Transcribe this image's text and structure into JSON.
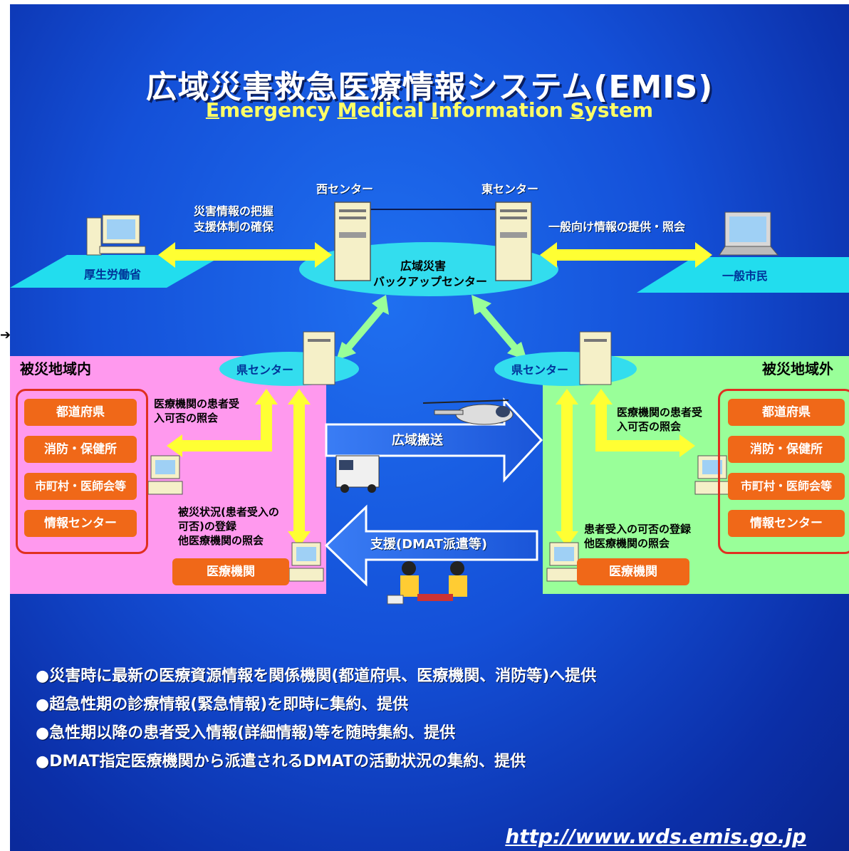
{
  "title": "広域災害救急医療情報システム(EMIS)",
  "subtitle": {
    "e": "E",
    "e_rest": "mergency ",
    "m": "M",
    "m_rest": "edical ",
    "i": "I",
    "i_rest": "nformation ",
    "s": "S",
    "s_rest": "ystem"
  },
  "top": {
    "west_center": "西センター",
    "east_center": "東センター",
    "backup_center_line1": "広域災害",
    "backup_center_line2": "バックアップセンター",
    "left_arrow_line1": "災害情報の把握",
    "left_arrow_line2": "支援体制の確保",
    "right_arrow": "一般向け情報の提供・照会",
    "mhlw": "厚生労働省",
    "citizens": "一般市民"
  },
  "left_region": {
    "title": "被災地域内",
    "pref_center": "県センター",
    "items": [
      "都道府県",
      "消防・保健所",
      "市町村・医師会等",
      "情報センター"
    ],
    "query_line1": "医療機関の患者受",
    "query_line2": "入可否の照会",
    "status_line1": "被災状況(患者受入の",
    "status_line2": "可否)の登録",
    "status_line3": "他医療機関の照会",
    "hospital": "医療機関"
  },
  "right_region": {
    "title": "被災地域外",
    "pref_center": "県センター",
    "items": [
      "都道府県",
      "消防・保健所",
      "市町村・医師会等",
      "情報センター"
    ],
    "query_line1": "医療機関の患者受",
    "query_line2": "入可否の照会",
    "reg_line1": "患者受入の可否の登録",
    "reg_line2": "他医療機関の照会",
    "hospital": "医療機関"
  },
  "middle": {
    "transport": "広域搬送",
    "support": "支援(DMAT派遣等)"
  },
  "bullets": [
    "●災害時に最新の医療資源情報を関係機関(都道府県、医療機関、消防等)へ提供",
    "●超急性期の診療情報(緊急情報)を即時に集約、提供",
    "●急性期以降の患者受入情報(詳細情報)等を随時集約、提供",
    "●DMAT指定医療機関から派遣されるDMATの活動状況の集約、提供"
  ],
  "url": "http://www.wds.emis.go.jp",
  "colors": {
    "background": "#1450d8",
    "yellow_arrow": "#ffff33",
    "green_arrow": "#99ff99",
    "orange": "#f06818",
    "pink_region": "#ff99ee",
    "green_region": "#99ff99",
    "cyan_platform": "#22ddee"
  }
}
